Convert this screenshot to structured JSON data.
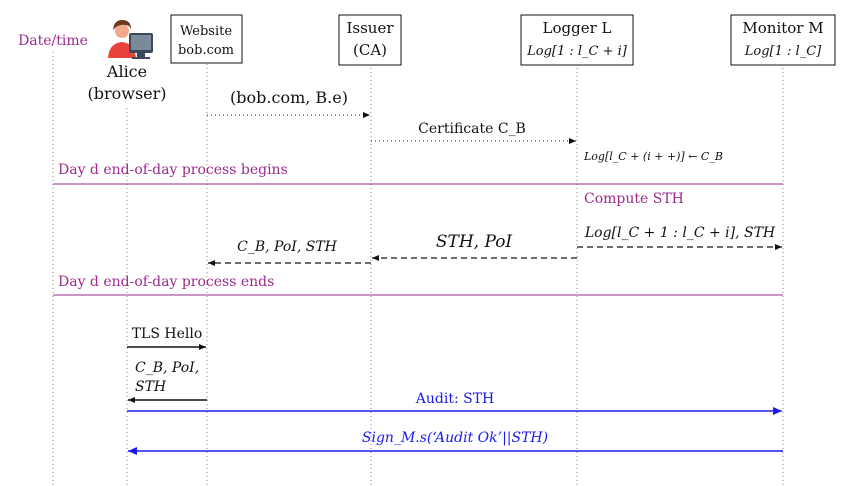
{
  "date_label": "Date/time",
  "colors": {
    "phase": "#9b2a8f",
    "audit": "#1a1af0",
    "line": "#111111",
    "lifeline": "#888888"
  },
  "participants": {
    "alice": {
      "name": "Alice",
      "sub": "(browser)",
      "icon": "user-computer-icon"
    },
    "website": {
      "line1": "Website",
      "line2": "bob.com"
    },
    "issuer": {
      "line1": "Issuer",
      "line2": "(CA)"
    },
    "logger": {
      "line1": "Logger L",
      "line2": "Log[1 : l_C + i]"
    },
    "monitor": {
      "line1": "Monitor M",
      "line2": "Log[1 : l_C]"
    }
  },
  "messages": {
    "m1": "(bob.com, B.e)",
    "m2": "Certificate C_B",
    "note1": "Log[l_C + (i + +)] ← C_B",
    "note2": "Compute STH",
    "m3": "Log[l_C + 1 : l_C + i], STH",
    "m4": "STH, PoI",
    "m5": "C_B, PoI, STH",
    "m6": "TLS Hello",
    "m7a": "C_B, PoI,",
    "m7b": "STH",
    "m8": "Audit: STH",
    "m9": "Sign_M.s(‘Audit Ok’||STH)"
  },
  "phases": {
    "begin": "Day d end-of-day process begins",
    "end": "Day d end-of-day process ends"
  }
}
